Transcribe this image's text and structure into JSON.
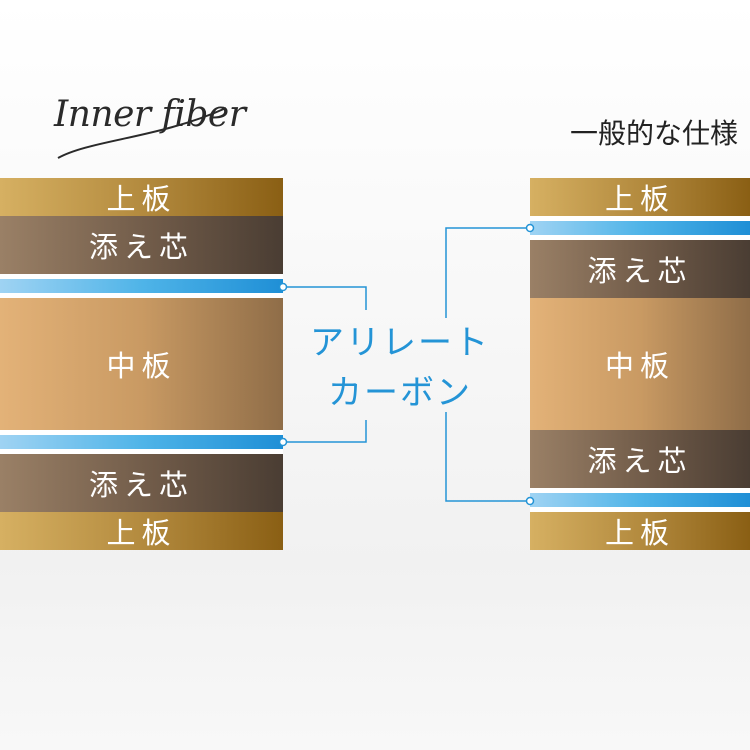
{
  "logo": {
    "text": "Inner fiber"
  },
  "general_title": "一般的な仕様",
  "left_stack": [
    {
      "type": "top-board",
      "label": "上板"
    },
    {
      "type": "sub-core",
      "label": "添え芯"
    },
    {
      "type": "carbon",
      "label": ""
    },
    {
      "type": "mid-board",
      "label": "中板"
    },
    {
      "type": "carbon",
      "label": ""
    },
    {
      "type": "sub-core",
      "label": "添え芯"
    },
    {
      "type": "top-board",
      "label": "上板"
    }
  ],
  "right_stack": [
    {
      "type": "top-board",
      "label": "上板"
    },
    {
      "type": "carbon",
      "label": ""
    },
    {
      "type": "sub-core",
      "label": "添え芯"
    },
    {
      "type": "mid-board",
      "label": "中板"
    },
    {
      "type": "sub-core",
      "label": "添え芯"
    },
    {
      "type": "carbon",
      "label": ""
    },
    {
      "type": "top-board",
      "label": "上板"
    }
  ],
  "callout": {
    "line1": "アリレート",
    "line2": "カーボン"
  },
  "colors": {
    "connector": "#2494d6",
    "carbon": "#4fb4e8",
    "top_board": "#b0873b",
    "sub_core": "#6f5a48",
    "mid_board": "#c99a63"
  }
}
